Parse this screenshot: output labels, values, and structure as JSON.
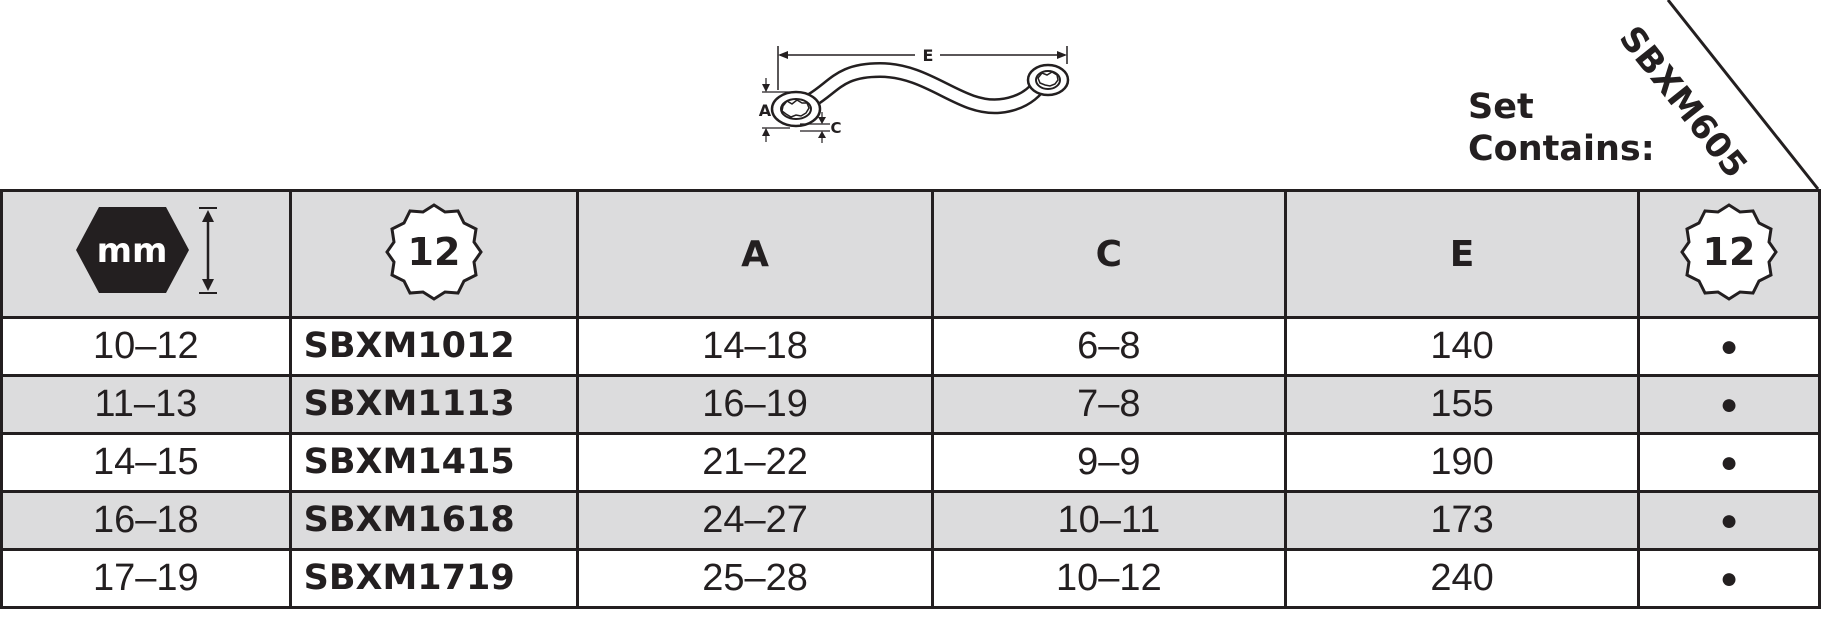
{
  "diagram": {
    "dimension_labels": {
      "e": "E",
      "a": "A",
      "c": "C"
    }
  },
  "set_box": {
    "label_line1": "Set",
    "label_line2": "Contains:",
    "set_code": "SBXM605"
  },
  "table": {
    "headers": {
      "size_icon": "mm-hex-size-icon",
      "size_icon_text": "mm",
      "point_icon": "12-point-icon",
      "point_icon_text": "12",
      "col_a": "A",
      "col_c": "C",
      "col_e": "E",
      "set_icon": "12-point-icon",
      "set_icon_text": "12"
    },
    "rows": [
      {
        "size": "10–12",
        "code": "SBXM1012",
        "a": "14–18",
        "c": "6–8",
        "e": "140",
        "in_set": "●"
      },
      {
        "size": "11–13",
        "code": "SBXM1113",
        "a": "16–19",
        "c": "7–8",
        "e": "155",
        "in_set": "●"
      },
      {
        "size": "14–15",
        "code": "SBXM1415",
        "a": "21–22",
        "c": "9–9",
        "e": "190",
        "in_set": "●"
      },
      {
        "size": "16–18",
        "code": "SBXM1618",
        "a": "24–27",
        "c": "10–11",
        "e": "173",
        "in_set": "●"
      },
      {
        "size": "17–19",
        "code": "SBXM1719",
        "a": "25–28",
        "c": "10–12",
        "e": "240",
        "in_set": "●"
      }
    ]
  },
  "colors": {
    "ink": "#231f20",
    "header_fill": "#dcdcdd",
    "alt_row_fill": "#dcdcdd",
    "background": "#ffffff"
  }
}
